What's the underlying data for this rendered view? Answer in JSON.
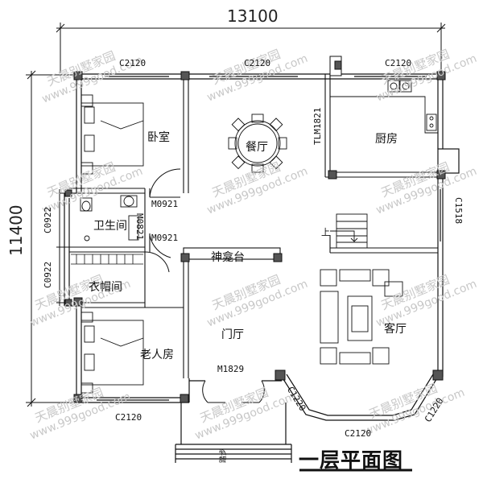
{
  "dimensions": {
    "width_total": "13100",
    "height_total": "11400",
    "left_upper": "C0922",
    "left_lower": "C0922"
  },
  "windows": {
    "top_left": "C2120",
    "top_middle": "C2120",
    "top_right": "C2120",
    "bottom_left": "C2120",
    "bottom_right": "C2120",
    "bay_left": "C1220",
    "bay_right": "C1220",
    "right_side": "C1518",
    "kitchen_door": "TLM1821"
  },
  "doors": {
    "bedroom_door": "M0921",
    "wardrobe_door": "M0921",
    "bathroom_door": "M0821",
    "main_door": "M1829"
  },
  "rooms": {
    "bedroom": "卧室",
    "dining": "餐厅",
    "kitchen": "厨房",
    "bathroom": "卫生间",
    "altar": "神龛台",
    "wardrobe": "衣帽间",
    "elder_room": "老人房",
    "foyer": "门厅",
    "living": "客厅"
  },
  "stair_up": "上",
  "step_label": "踏步",
  "watermark": {
    "brand": "天晨别墅家园",
    "site": "www.999good.com"
  },
  "title": "一层平面图"
}
